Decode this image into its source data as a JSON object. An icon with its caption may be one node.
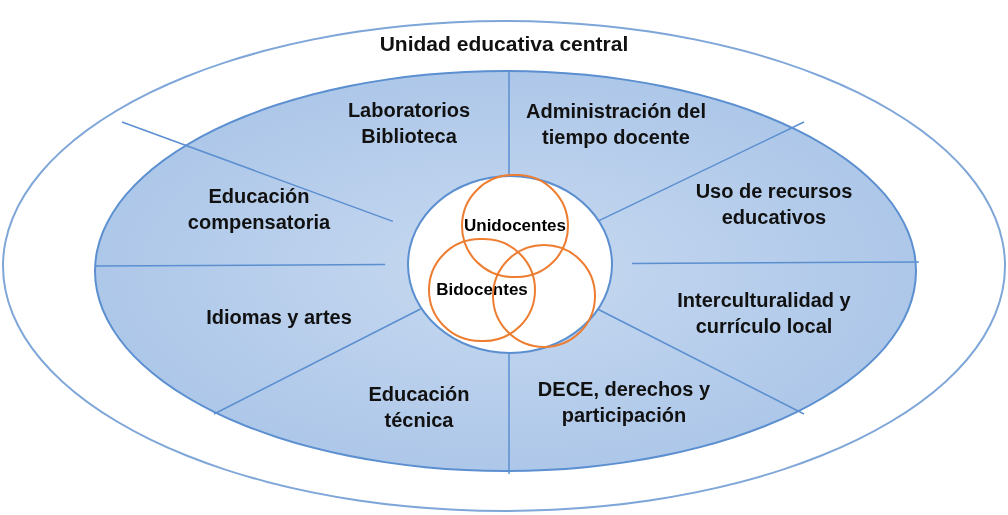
{
  "diagram": {
    "nodes": [
      {
        "text": [
          "Unidad educativa central"
        ]
      },
      {
        "text": [],
        "shape": "ellipse",
        "in": 0
      },
      {
        "text": [
          "Laboratorios Biblioteca"
        ],
        "in": 1
      },
      {
        "text": [
          "Administración del tiempo docente"
        ],
        "in": 1
      },
      {
        "text": [
          "Educación compensatoria"
        ],
        "in": 1
      },
      {
        "text": [
          "Uso de recursos educativos"
        ],
        "in": 1
      },
      {
        "text": [],
        "shape": "circle",
        "in": 1
      },
      {
        "text": [
          "Unidocentes"
        ],
        "in": 6
      },
      {
        "text": [
          "Bidocentes"
        ],
        "in": 6
      },
      {
        "text": [],
        "shape": "circle",
        "in": 6
      },
      {
        "text": [
          "Idiomas y artes"
        ],
        "in": 1
      },
      {
        "text": [
          "Interculturalidad y currículo local"
        ],
        "in": 1
      },
      {
        "text": [
          "Educación técnica"
        ],
        "in": 1
      },
      {
        "text": [
          "DECE, derechos y participación"
        ],
        "in": 1
      }
    ]
  }
}
